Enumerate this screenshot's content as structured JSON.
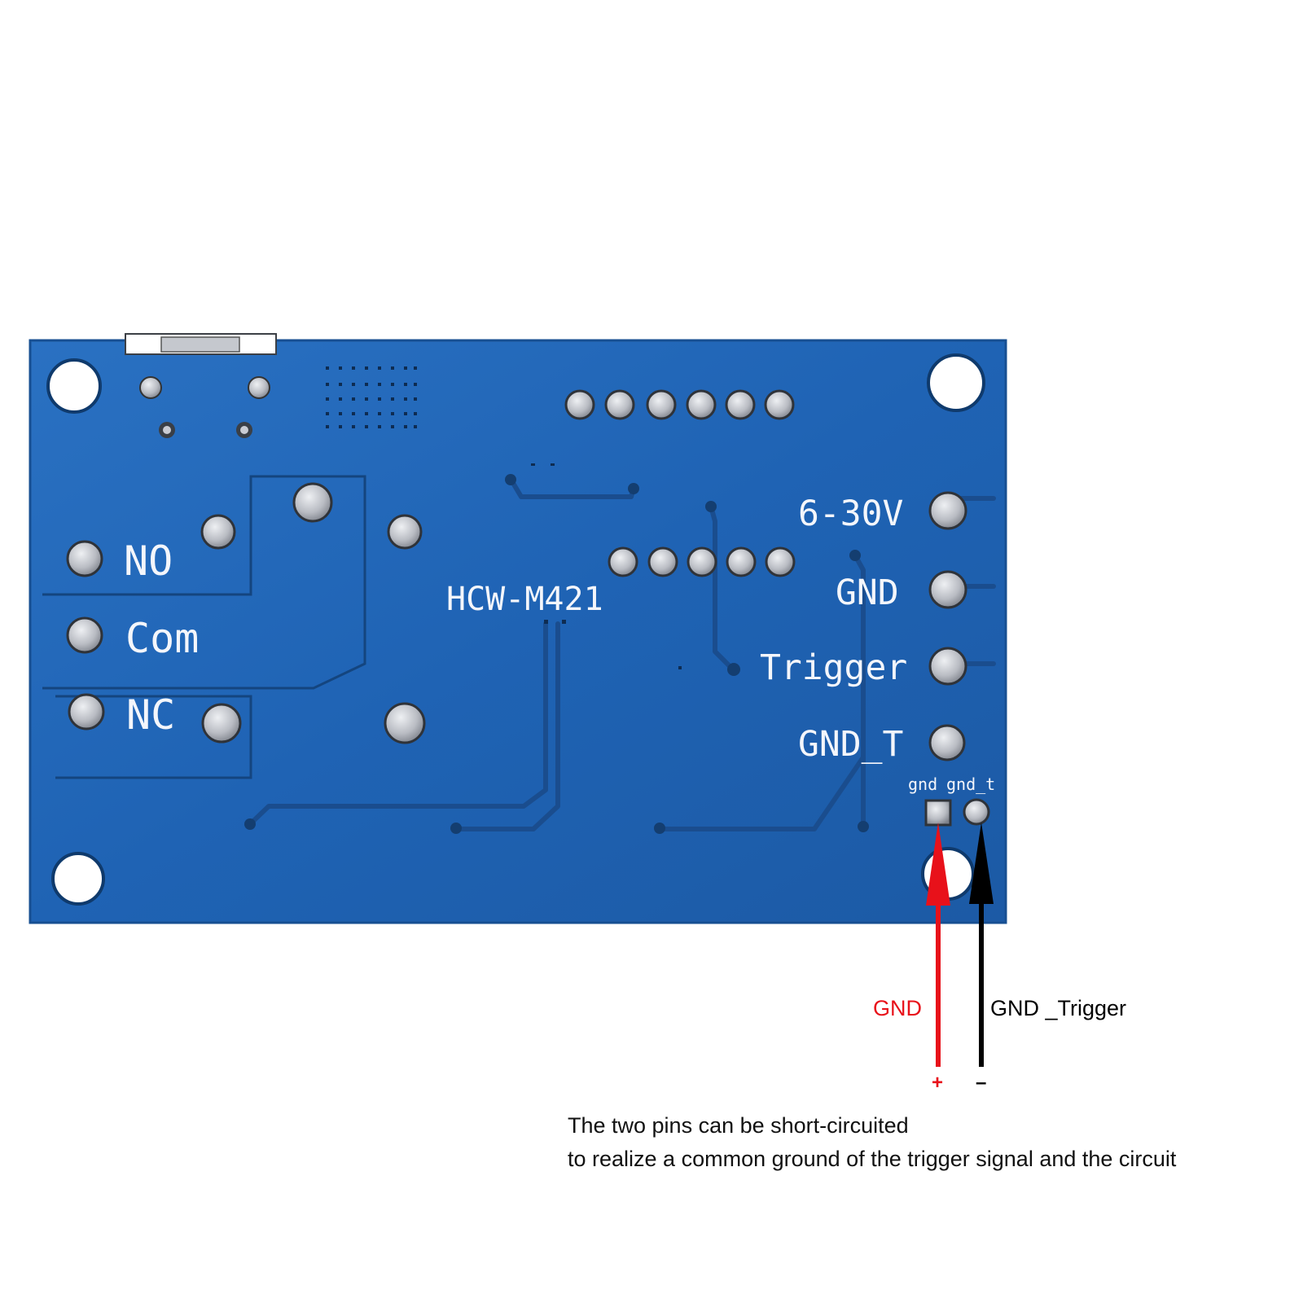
{
  "board": {
    "model": "HCW-M421",
    "relay_terminals": [
      "NO",
      "Com",
      "NC"
    ],
    "power_terminals": [
      "6-30V",
      "GND",
      "Trigger",
      "GND_T"
    ],
    "jumper_pads": [
      "gnd",
      "gnd_t"
    ]
  },
  "annotation": {
    "left_label": "GND",
    "right_label": "GND _Trigger",
    "plus_sign": "+",
    "minus_sign": "–",
    "note_line1": "The two pins can be short-circuited",
    "note_line2": "to realize a common ground of the trigger signal and the circuit"
  },
  "colors": {
    "pcb": "#1f63b4",
    "silkscreen": "#f4f6fb",
    "arrow_gnd": "#e8111a",
    "arrow_gnd_trigger": "#000000"
  }
}
